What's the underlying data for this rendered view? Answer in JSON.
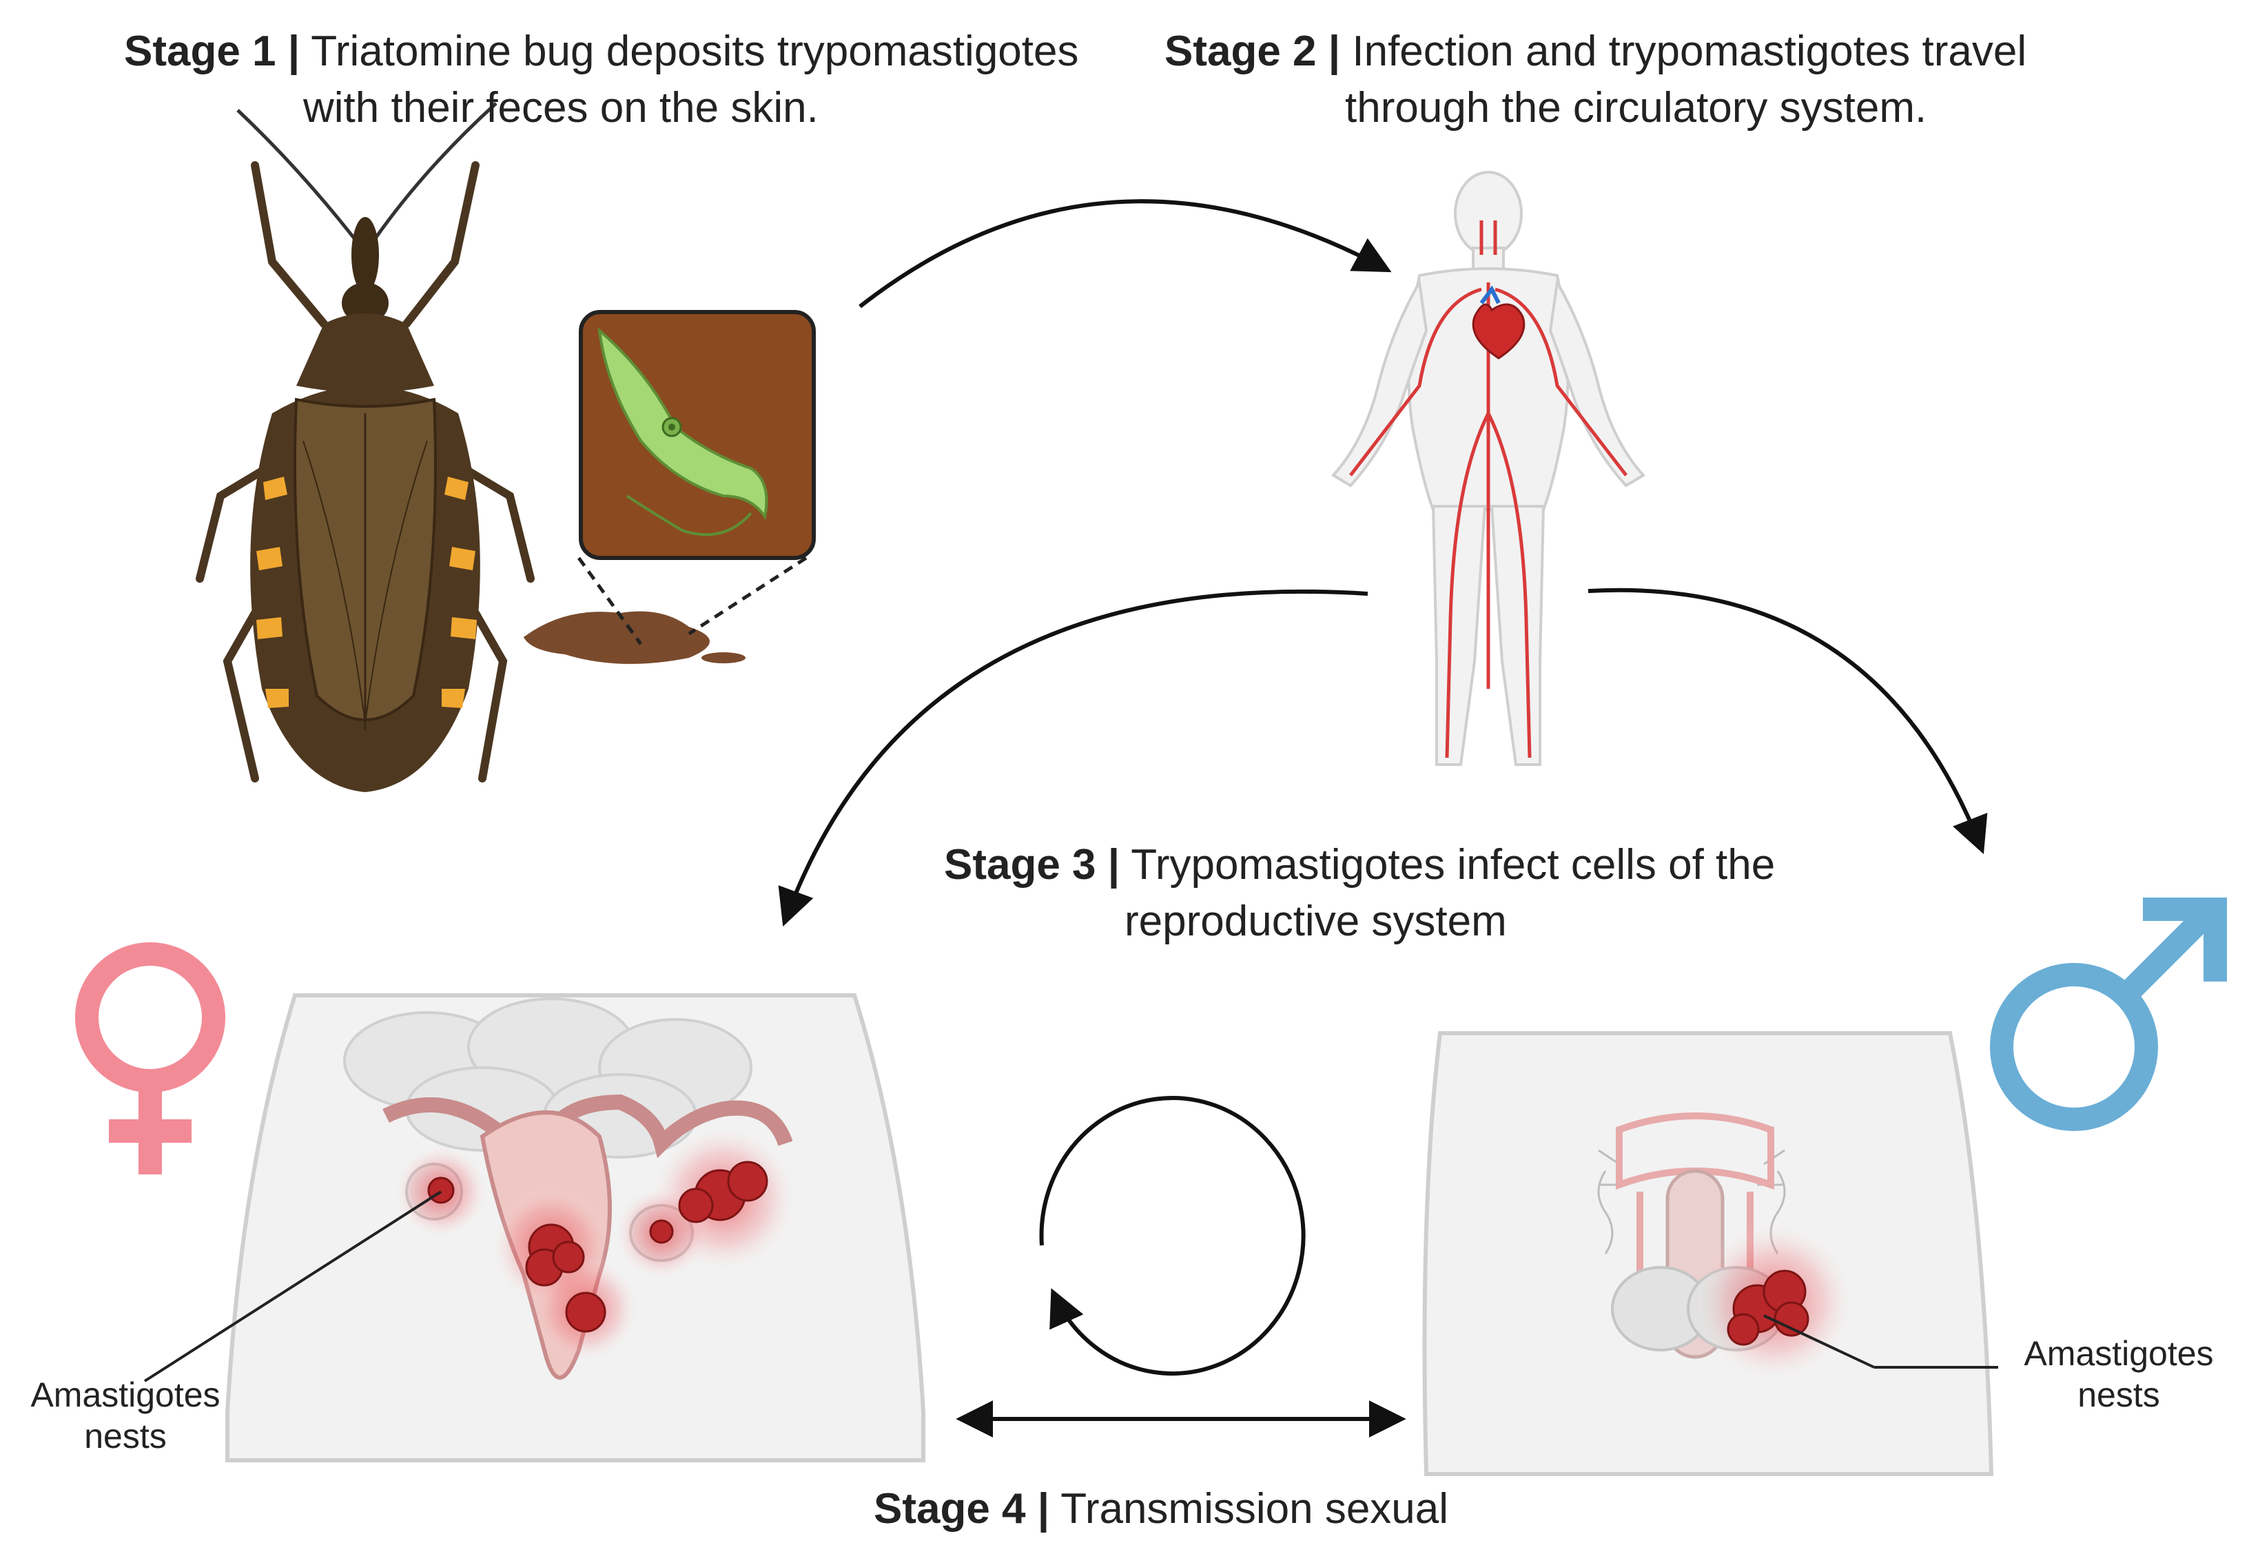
{
  "stages": {
    "s1": {
      "title": "Stage 1",
      "sep": "|",
      "line1": "Triatomine bug deposits trypomastigotes",
      "line2": "with their feces on the skin."
    },
    "s2": {
      "title": "Stage 2",
      "sep": "|",
      "line1": "Infection and trypomastigotes travel",
      "line2": "through the circulatory system."
    },
    "s3": {
      "title": "Stage 3",
      "sep": "|",
      "line1": "Trypomastigotes infect cells of the",
      "line2": "reproductive system"
    },
    "s4": {
      "title": "Stage 4",
      "sep": "|",
      "line1": "Transmission sexual"
    }
  },
  "labels": {
    "female_nests_1": "Amastigotes",
    "female_nests_2": "nests",
    "male_nests_1": "Amastigotes",
    "male_nests_2": "nests"
  },
  "icons": [
    "triatomine-bug-icon",
    "trypomastigote-parasite-icon",
    "feces-icon",
    "human-circulatory-system-icon",
    "female-symbol-icon",
    "male-symbol-icon",
    "female-reproductive-system-icon",
    "male-reproductive-system-icon",
    "cycle-arrow-icon"
  ],
  "colors": {
    "female_symbol": "#f28b96",
    "male_symbol": "#6aaed6",
    "feces_box": "#8b4a1f",
    "parasite": "#9ed36a",
    "artery": "#d93a3a",
    "infection": "#b8272a",
    "bug_body": "#5a4023",
    "bug_stripe": "#f0a830"
  }
}
